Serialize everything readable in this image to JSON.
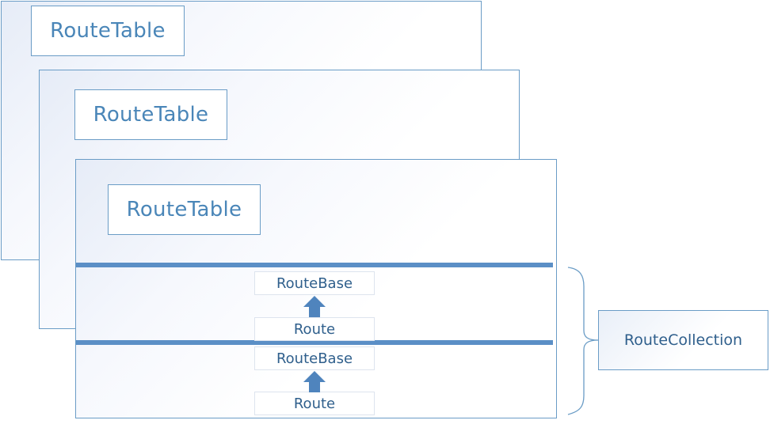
{
  "tables": [
    {
      "label": "RouteTable"
    },
    {
      "label": "RouteTable"
    },
    {
      "label": "RouteTable"
    }
  ],
  "routes": [
    {
      "base": "RouteBase",
      "route": "Route"
    },
    {
      "base": "RouteBase",
      "route": "Route"
    }
  ],
  "collection": {
    "label": "RouteCollection"
  },
  "colors": {
    "border": "#6a9cc6",
    "bar": "#5b8fc6",
    "arrow": "#4f84bd",
    "text": "#4a86b8"
  }
}
